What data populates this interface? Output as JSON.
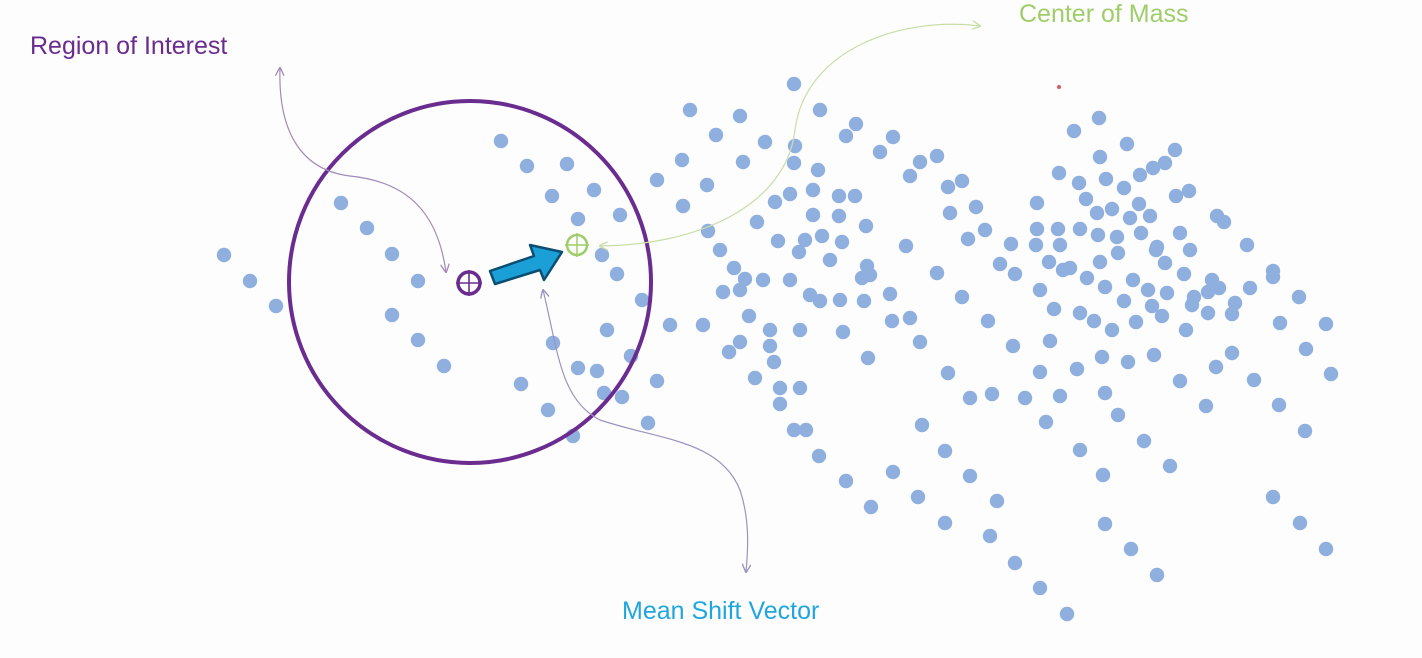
{
  "labels": {
    "roi": "Region of Interest",
    "com": "Center of Mass",
    "msv": "Mean Shift Vector"
  },
  "colors": {
    "point": "#8fb0df",
    "roi": "#6a2c8f",
    "com": "#9fcd6a",
    "msv": "#1fa6dd",
    "arrow_fill": "#1a9fd6",
    "arrow_edge": "#0c4e72",
    "leader_roi": "#a38ab9",
    "leader_com": "#c9dea7",
    "leader_msv": "#9e93bf"
  },
  "icons": [
    "region-center-crosshair-icon",
    "center-of-mass-crosshair-icon",
    "mean-shift-arrow-icon"
  ]
}
